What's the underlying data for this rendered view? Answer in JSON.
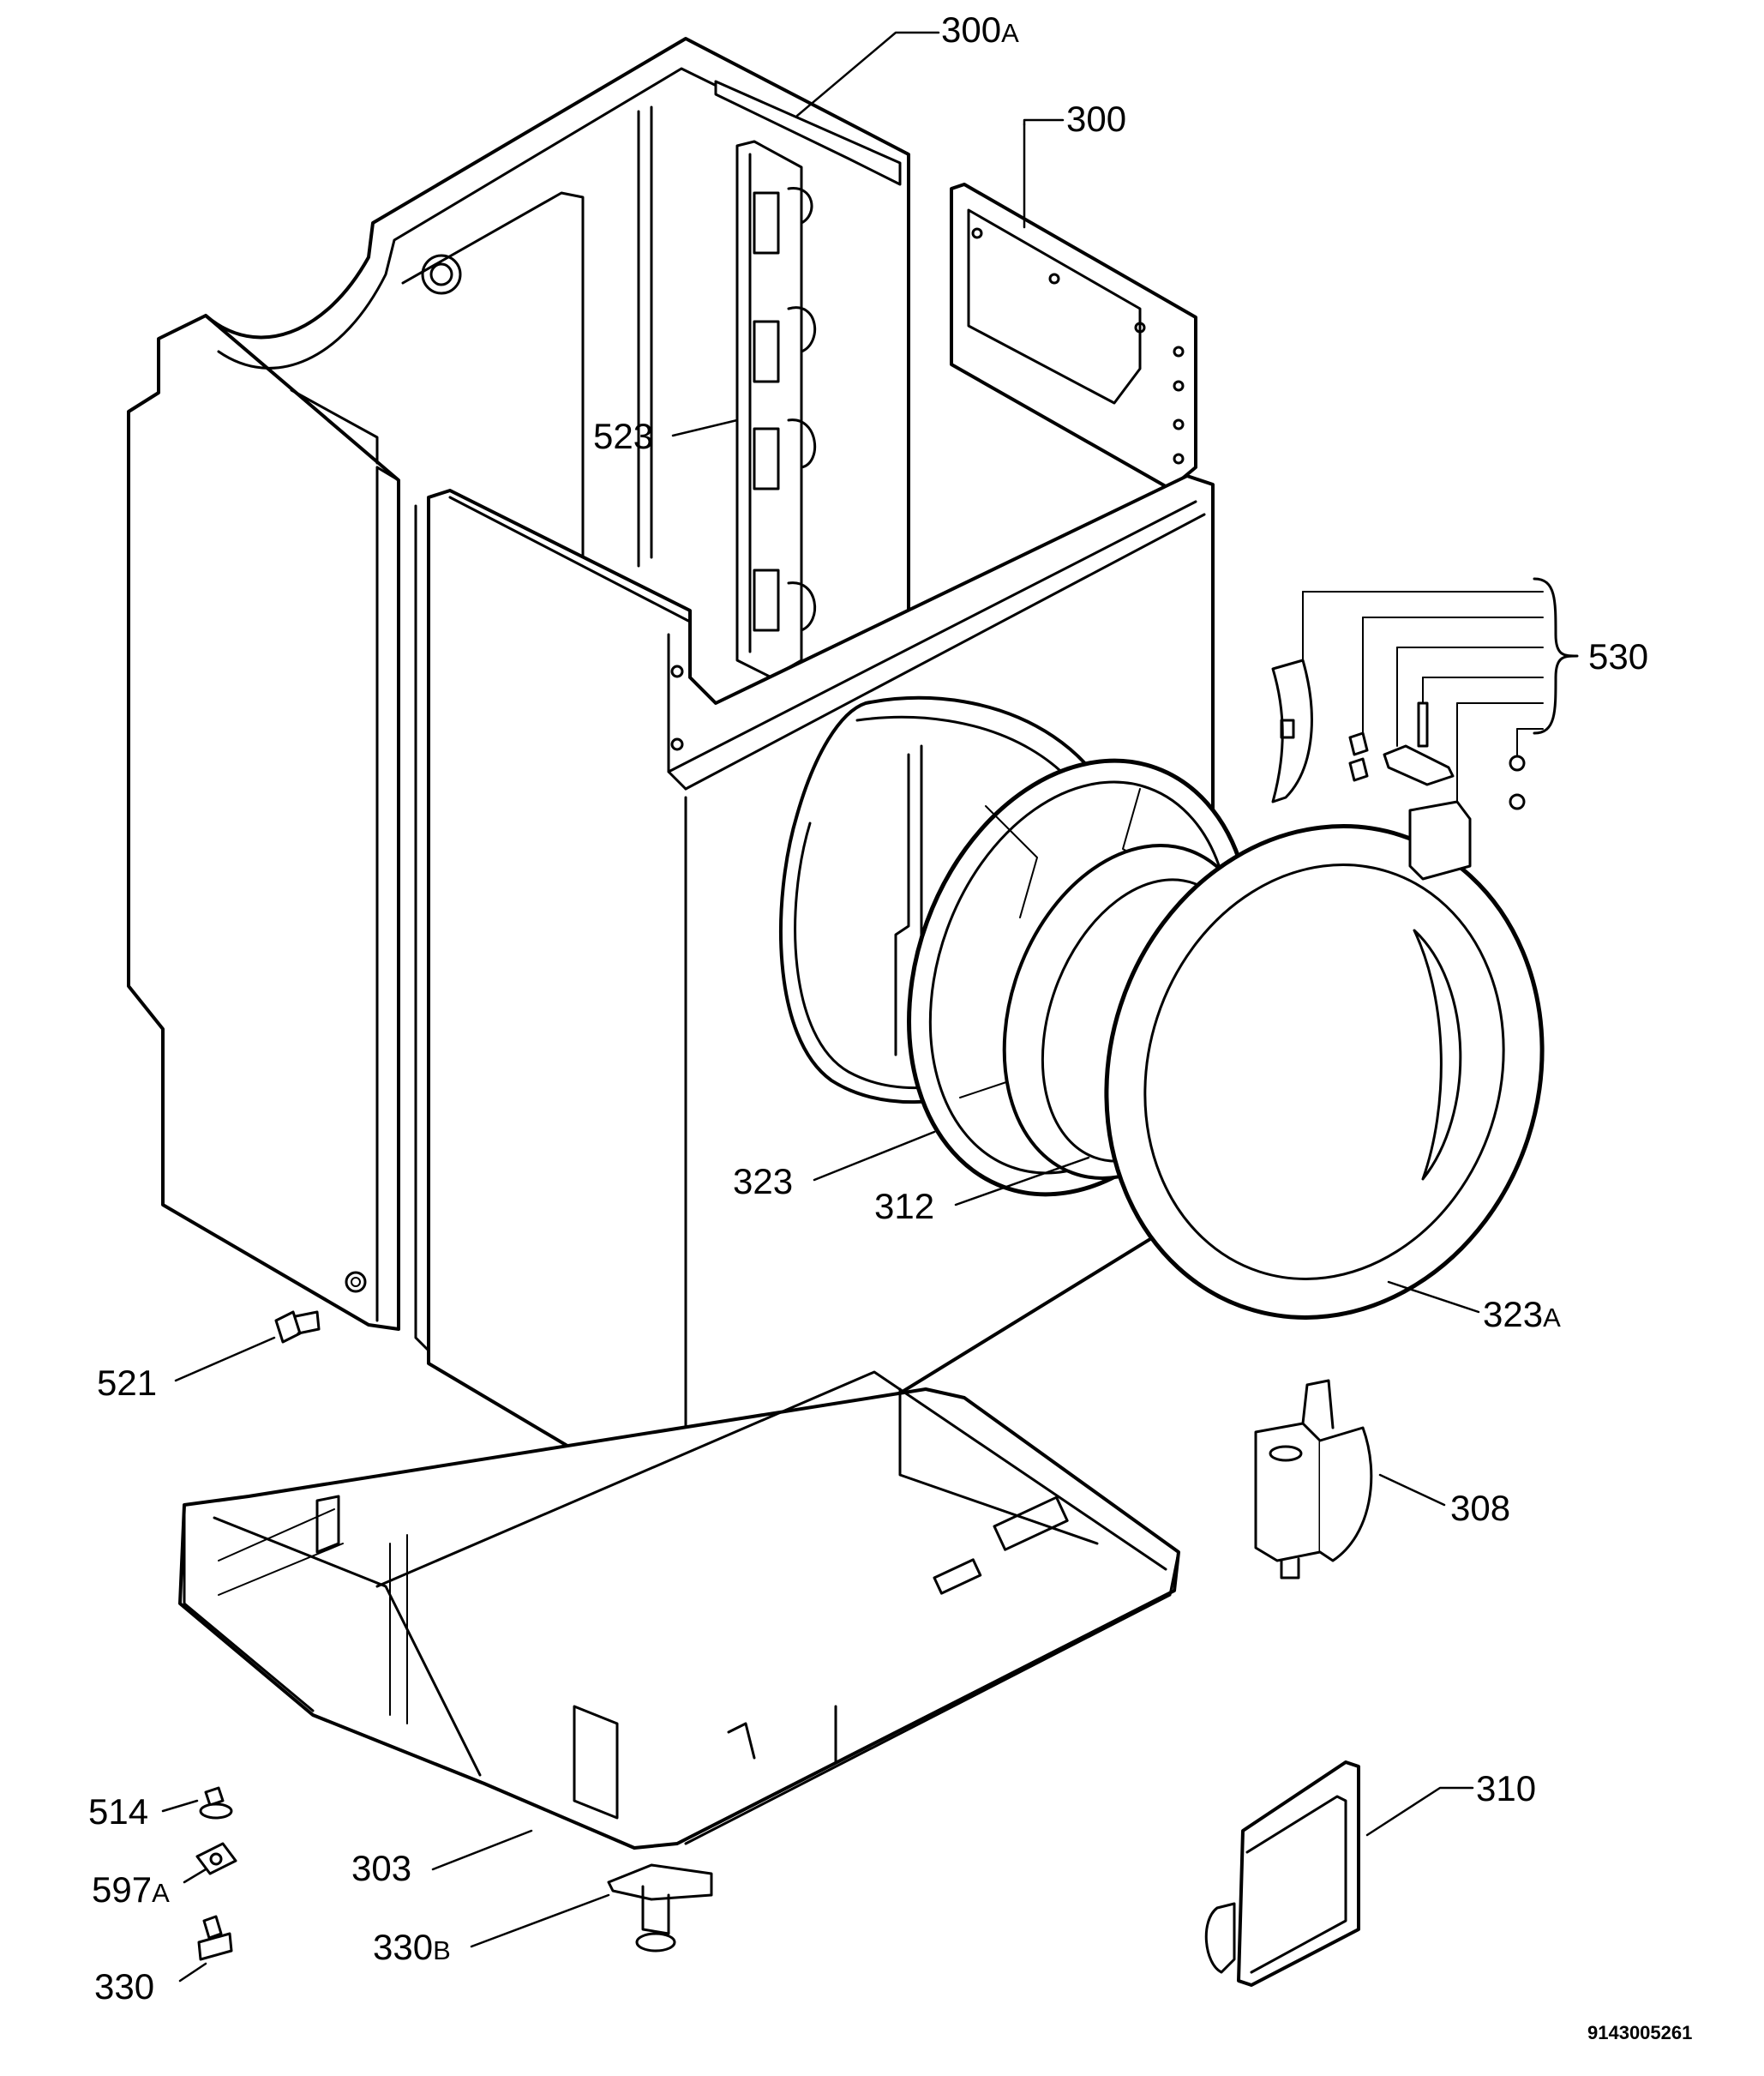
{
  "diagram": {
    "labels": {
      "l300a": {
        "num": "300",
        "suffix": "A"
      },
      "l300": {
        "num": "300",
        "suffix": ""
      },
      "l523": {
        "num": "523",
        "suffix": ""
      },
      "l530": {
        "num": "530",
        "suffix": ""
      },
      "l323": {
        "num": "323",
        "suffix": ""
      },
      "l312": {
        "num": "312",
        "suffix": ""
      },
      "l323a": {
        "num": "323",
        "suffix": "A"
      },
      "l521": {
        "num": "521",
        "suffix": ""
      },
      "l308": {
        "num": "308",
        "suffix": ""
      },
      "l310": {
        "num": "310",
        "suffix": ""
      },
      "l303": {
        "num": "303",
        "suffix": ""
      },
      "l514": {
        "num": "514",
        "suffix": ""
      },
      "l597a": {
        "num": "597",
        "suffix": "A"
      },
      "l330": {
        "num": "330",
        "suffix": ""
      },
      "l330b": {
        "num": "330",
        "suffix": "B"
      }
    },
    "document_number": "9143005261"
  }
}
